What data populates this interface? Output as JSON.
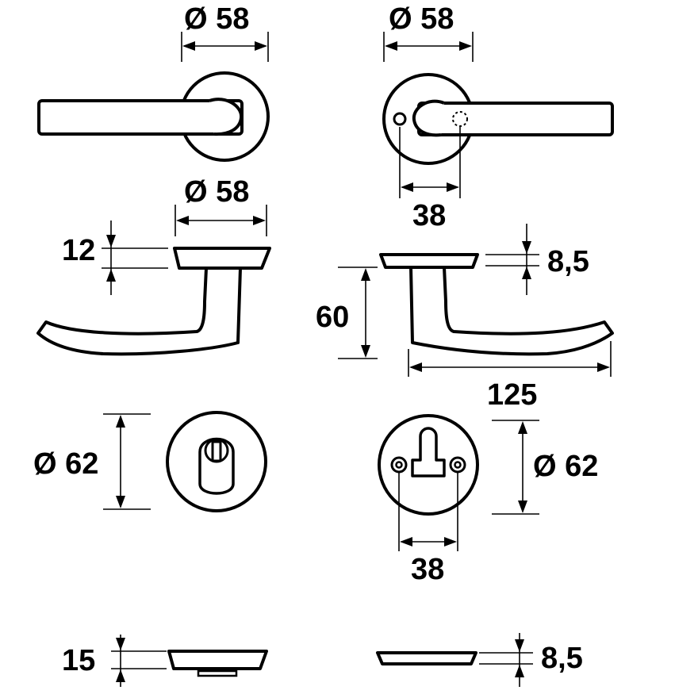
{
  "dimensions": {
    "rose_diameter_top_left": "Ø 58",
    "rose_diameter_top_right": "Ø 58",
    "rose_diameter_side_left": "Ø 58",
    "lock_spacing_top_right": "38",
    "rose_height_left": "12",
    "rose_height_right": "8,5",
    "handle_height": "60",
    "handle_length": "125",
    "escutcheon_diameter_left": "Ø 62",
    "escutcheon_diameter_right": "Ø 62",
    "screw_spacing": "38",
    "escutcheon_height_left": "15",
    "escutcheon_height_right": "8,5"
  }
}
